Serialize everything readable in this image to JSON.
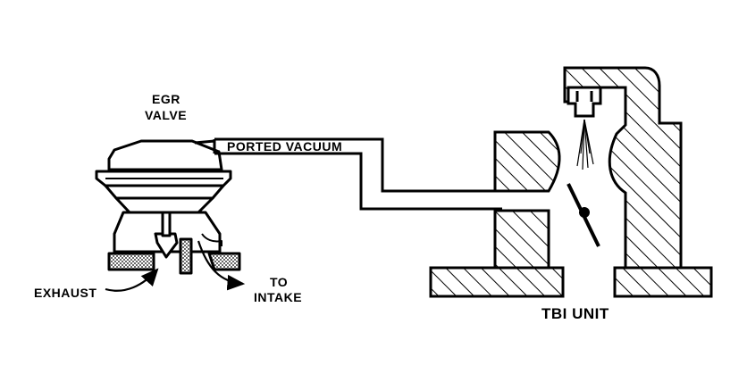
{
  "labels": {
    "egr_valve_line1": "EGR",
    "egr_valve_line2": "VALVE",
    "ported_vacuum": "PORTED VACUUM",
    "exhaust": "EXHAUST",
    "to_intake_line1": "TO",
    "to_intake_line2": "INTAKE",
    "tbi_unit": "TBI UNIT"
  },
  "colors": {
    "ink": "#000000",
    "background": "#ffffff"
  }
}
